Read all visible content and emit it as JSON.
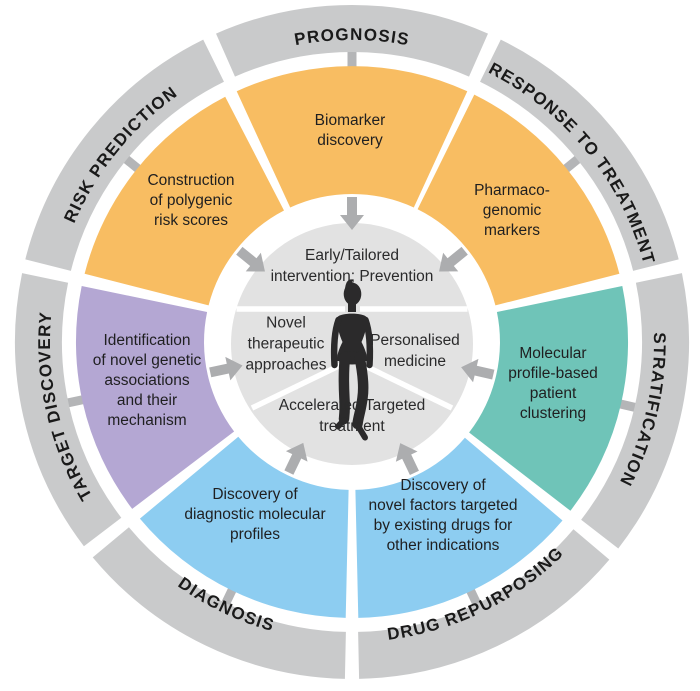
{
  "diagram": {
    "outer_ring": [
      {
        "id": "prognosis",
        "label": "PROGNOSIS"
      },
      {
        "id": "response-to-treatment",
        "label": "RESPONSE TO TREATMENT"
      },
      {
        "id": "stratification",
        "label": "STRATIFICATION"
      },
      {
        "id": "drug-repurposing",
        "label": "DRUG REPURPOSING"
      },
      {
        "id": "diagnosis",
        "label": "DIAGNOSIS"
      },
      {
        "id": "target-discovery",
        "label": "TARGET DISCOVERY"
      },
      {
        "id": "risk-prediction",
        "label": "RISK PREDICTION"
      }
    ],
    "segments": [
      {
        "id": "polygenic-risk-scores",
        "label": "Construction\nof polygenic\nrisk scores",
        "color": "#F8BD62"
      },
      {
        "id": "biomarker-discovery",
        "label": "Biomarker\ndiscovery",
        "color": "#F8BD62"
      },
      {
        "id": "pharmacogenomic-markers",
        "label": "Pharmaco-\ngenomic\nmarkers",
        "color": "#F8BD62"
      },
      {
        "id": "patient-clustering",
        "label": "Molecular\nprofile-based\npatient\nclustering",
        "color": "#6FC4B8"
      },
      {
        "id": "novel-factors-existing-drugs",
        "label": "Discovery of\nnovel factors targeted\nby existing drugs for\nother indications",
        "color": "#8DCDF1"
      },
      {
        "id": "diagnostic-molecular-profiles",
        "label": "Discovery of\ndiagnostic molecular\nprofiles",
        "color": "#8DCDF1"
      },
      {
        "id": "novel-genetic-associations",
        "label": "Identification\nof novel genetic\nassociations\nand their\nmechanism",
        "color": "#B4A7D3"
      }
    ],
    "center_circle": {
      "top": "Early/Tailored\nintervention; Prevention",
      "left": "Novel\ntherapeutic\napproaches",
      "right": "Personalised\nmedicine",
      "bottom": "Accelerated/Targeted\ntreatment",
      "figure_icon": "walking-woman-silhouette"
    },
    "colors": {
      "ring_gray": "#C9CACB",
      "tick_gray": "#B4B5B7",
      "arrow_gray": "#ACADAF",
      "inner_circle_gray": "#E2E2E2",
      "divider_white": "#FFFFFF",
      "silhouette": "#2B2A2B",
      "orange": "#F8BD62",
      "teal": "#6FC4B8",
      "blue": "#8DCDF1",
      "purple": "#B4A7D3",
      "label_text": "#1A1A1A"
    }
  }
}
